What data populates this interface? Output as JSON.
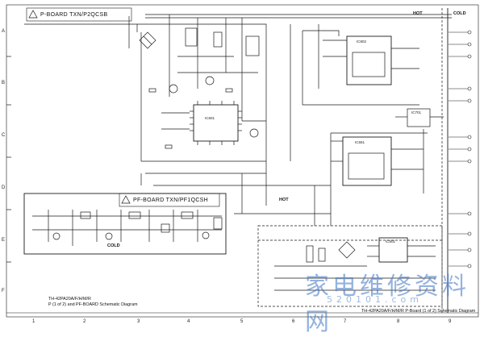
{
  "boards": {
    "p_board_label": "P-BOARD TXN/P2QCSB",
    "pf_board_label": "PF-BOARD TXN/PF1QCSH"
  },
  "zones": {
    "hot_1": "HOT",
    "cold_1": "COLD",
    "hot_2": "HOT",
    "cold_2": "COLD"
  },
  "ics": {
    "ic_a": "IC601",
    "ic_b": "IC802",
    "ic_c": "IC701",
    "ic_d": "IC651",
    "ic_e": "IC501"
  },
  "row_letters": [
    "A",
    "B",
    "C",
    "D",
    "E",
    "F"
  ],
  "col_numbers": [
    "1",
    "2",
    "3",
    "4",
    "5",
    "6",
    "7",
    "8",
    "9"
  ],
  "footer": {
    "left_line1": "TH-42PA20A/F/H/M/R",
    "left_line2": "P (1 of 2) and PF-BOARD Schematic Diagram",
    "right": "TH-42PA20A/F/H/M/R P-Board (1 of 2) Schematic Diagram"
  },
  "watermark": {
    "text": "家电维修资料网",
    "url": "520101.com"
  },
  "colors": {
    "line": "#1a1a1a",
    "watermark": "#3d74c4"
  }
}
